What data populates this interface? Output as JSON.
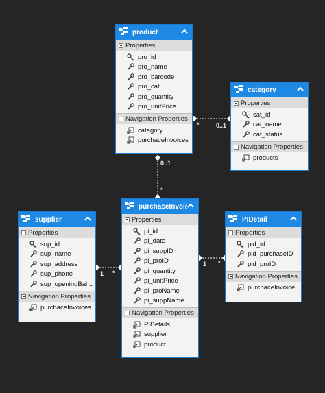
{
  "entities": {
    "product": {
      "title": "product",
      "properties_label": "Properties",
      "properties": [
        "pro_id",
        "pro_name",
        "pro_barcode",
        "pro_cat",
        "pro_quantity",
        "pro_unitPrice"
      ],
      "navigation_label": "Navigation Properties",
      "navigation": [
        "category",
        "purchaceInvoices"
      ]
    },
    "category": {
      "title": "category",
      "properties_label": "Properties",
      "properties": [
        "cat_id",
        "cat_name",
        "cat_status"
      ],
      "navigation_label": "Navigation Properties",
      "navigation": [
        "products"
      ]
    },
    "supplier": {
      "title": "supplier",
      "properties_label": "Properties",
      "properties": [
        "sup_id",
        "sup_name",
        "sup_address",
        "sup_phone",
        "sup_openingBal..."
      ],
      "navigation_label": "Navigation Properties",
      "navigation": [
        "purchaceInvoices"
      ]
    },
    "purchaceInvoice": {
      "title": "purchaceInvoice",
      "properties_label": "Properties",
      "properties": [
        "pi_id",
        "pi_date",
        "pi_suppID",
        "pi_proID",
        "pi_quantity",
        "pi_unitPrice",
        "pi_proName",
        "pi_suppName"
      ],
      "navigation_label": "Navigation Properties",
      "navigation": [
        "PIDetails",
        "supplier",
        "product"
      ]
    },
    "PIDetail": {
      "title": "PIDetail",
      "properties_label": "Properties",
      "properties": [
        "pid_id",
        "pid_purchaseID",
        "pid_proID"
      ],
      "navigation_label": "Navigation Properties",
      "navigation": [
        "purchaceInvoice"
      ]
    }
  },
  "multiplicities": {
    "product_category_product_end": "*",
    "product_category_category_end": "0..1",
    "product_invoice_product_end": "0..1",
    "product_invoice_invoice_end": "*",
    "supplier_invoice_supplier_end": "1",
    "supplier_invoice_invoice_end": "*",
    "invoice_detail_invoice_end": "1",
    "invoice_detail_detail_end": "*"
  },
  "colors": {
    "background": "#252526",
    "header": "#1e88e5",
    "body": "#f3f3f3",
    "section": "#dcdcdc",
    "connector": "#ffffff"
  }
}
